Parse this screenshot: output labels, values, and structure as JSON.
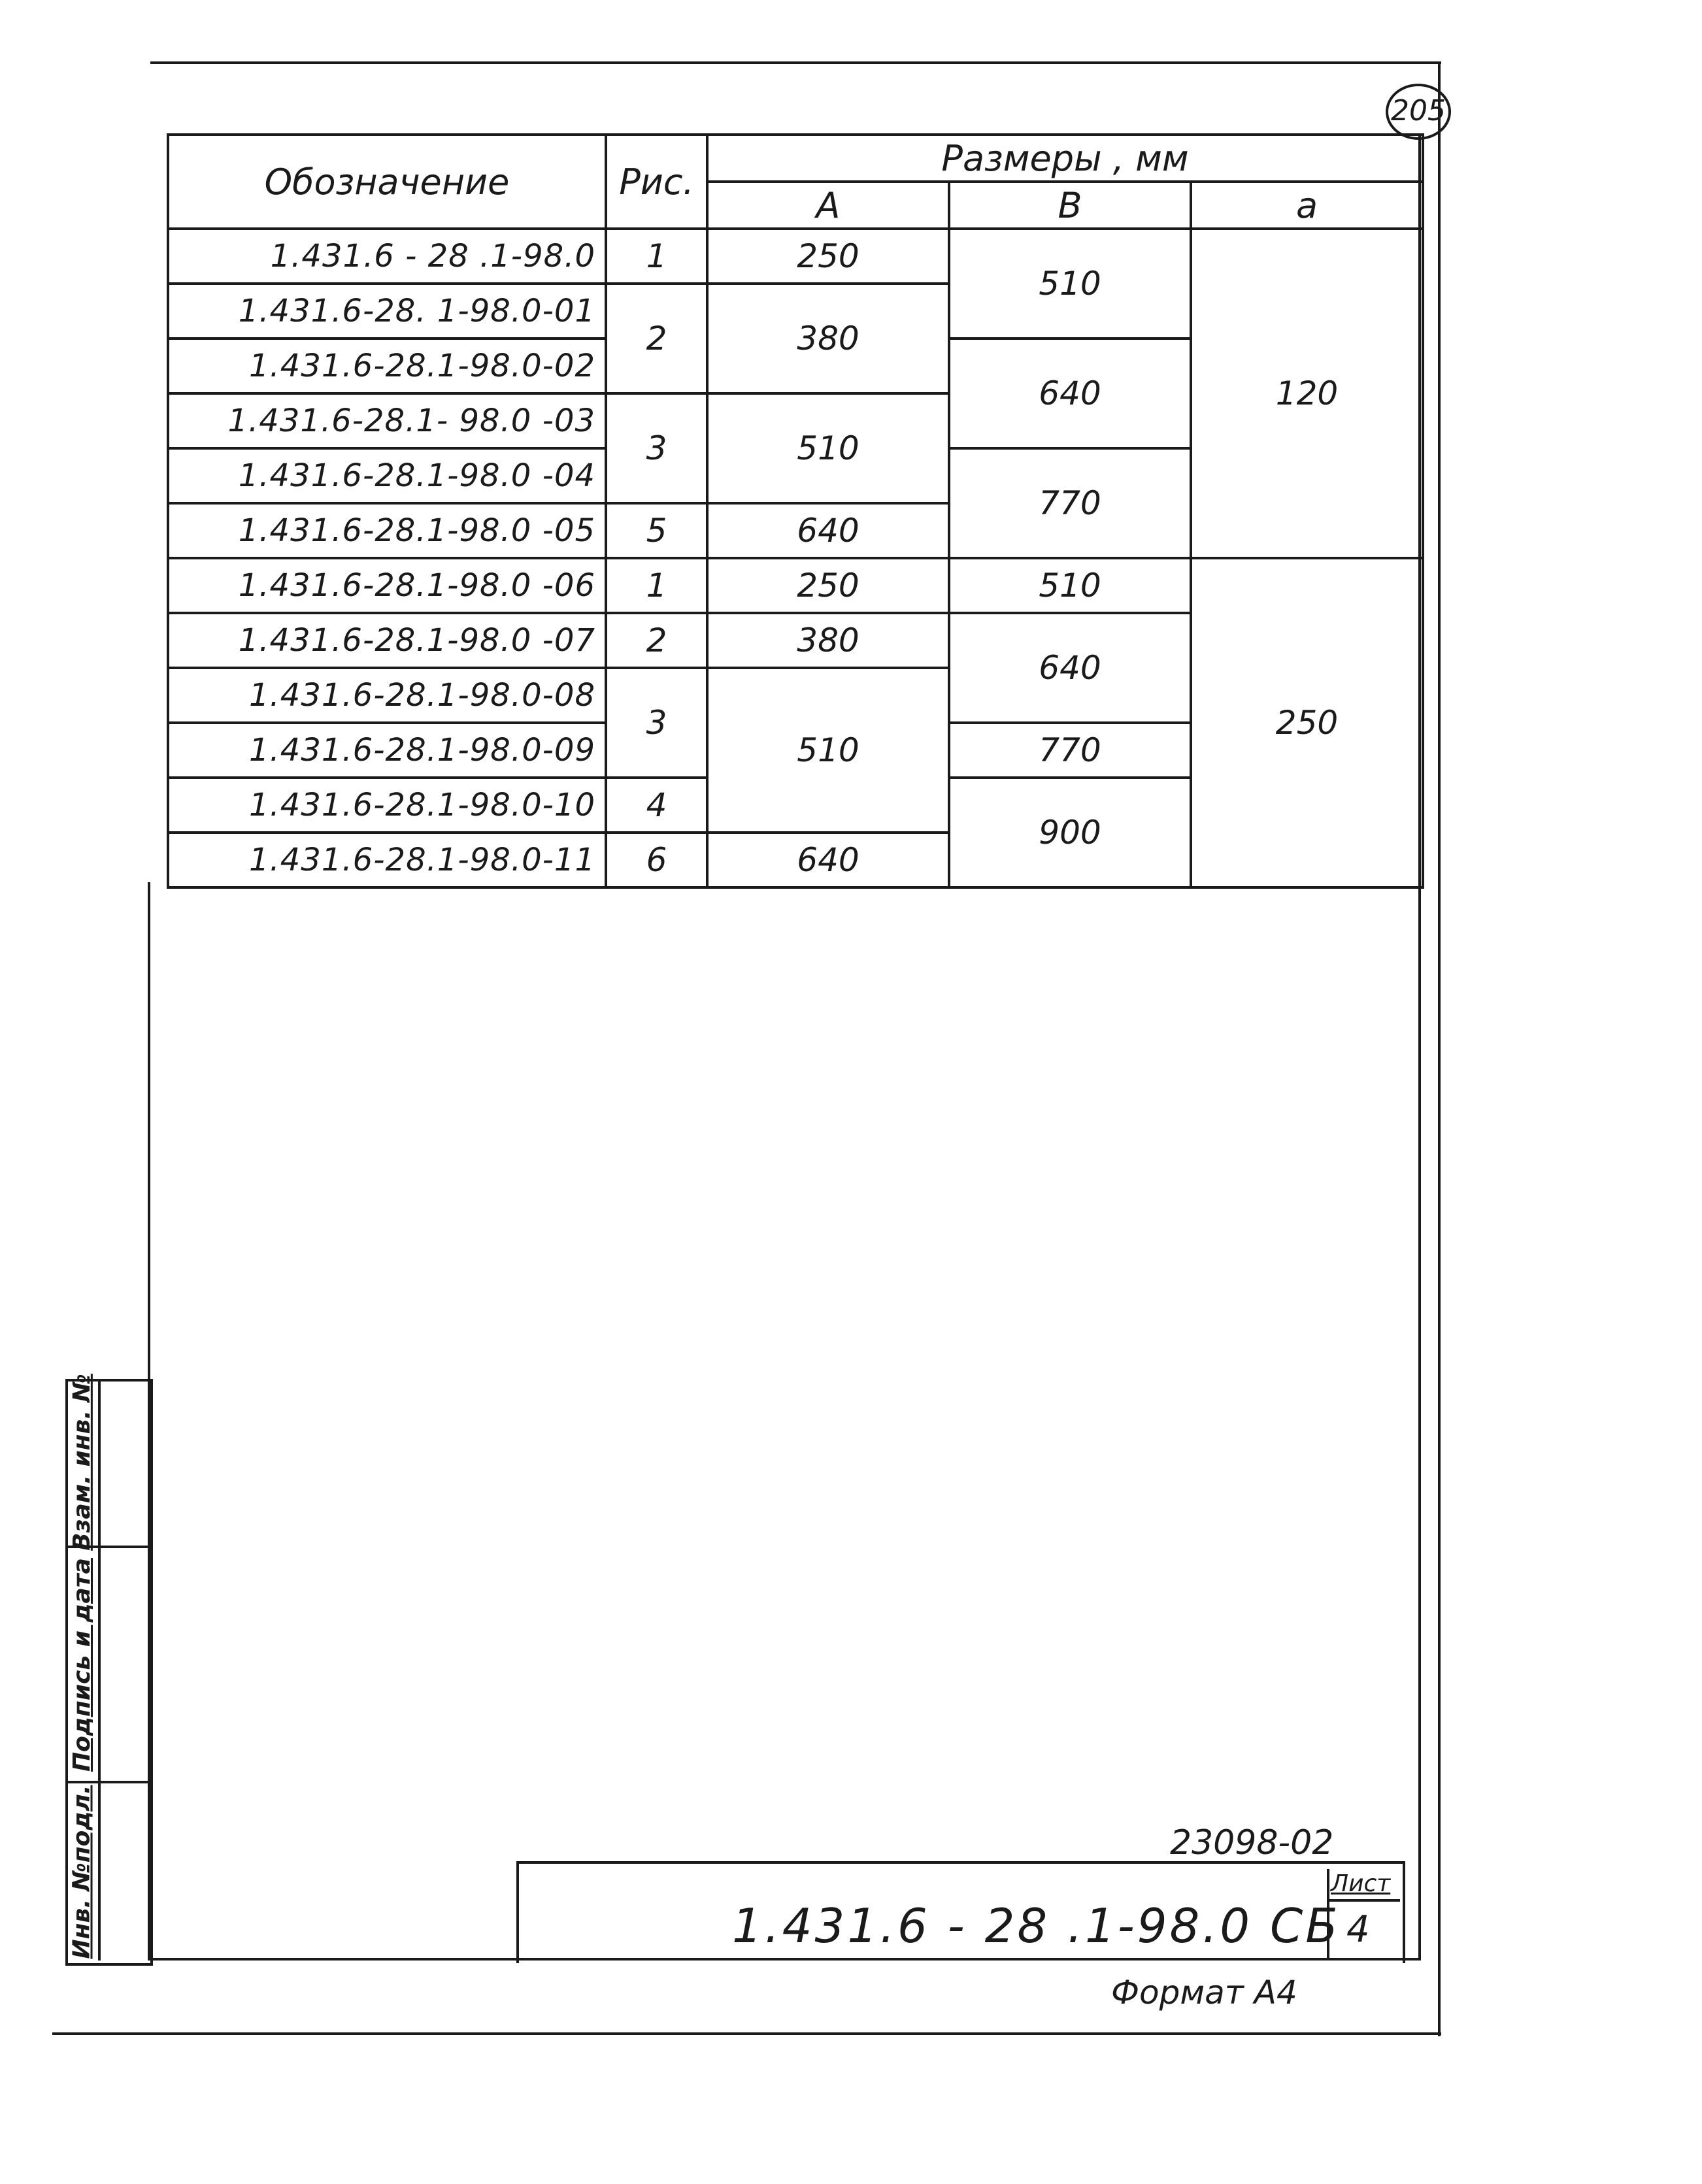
{
  "page_number": "205",
  "table": {
    "headers": {
      "designation": "Обозначение",
      "fig": "Рис.",
      "dims": "Размеры , мм",
      "col_A": "A",
      "col_B": "B",
      "col_a": "a"
    },
    "rows": [
      {
        "code": "1.431.6 - 28 .1-98.0",
        "fig": "1",
        "A": "250",
        "B": "510",
        "a": "120"
      },
      {
        "code": "1.431.6-28. 1-98.0-01",
        "fig": "2",
        "A": "380",
        "B": "",
        "a": ""
      },
      {
        "code": "1.431.6-28.1-98.0-02",
        "fig": "",
        "A": "",
        "B": "640",
        "a": ""
      },
      {
        "code": "1.431.6-28.1- 98.0 -03",
        "fig": "3",
        "A": "510",
        "B": "",
        "a": ""
      },
      {
        "code": "1.431.6-28.1-98.0 -04",
        "fig": "",
        "A": "",
        "B": "770",
        "a": ""
      },
      {
        "code": "1.431.6-28.1-98.0 -05",
        "fig": "5",
        "A": "640",
        "B": "",
        "a": ""
      },
      {
        "code": "1.431.6-28.1-98.0 -06",
        "fig": "1",
        "A": "250",
        "B": "510",
        "a": "250"
      },
      {
        "code": "1.431.6-28.1-98.0 -07",
        "fig": "2",
        "A": "380",
        "B": "640",
        "a": ""
      },
      {
        "code": "1.431.6-28.1-98.0-08",
        "fig": "3",
        "A": "510",
        "B": "",
        "a": ""
      },
      {
        "code": "1.431.6-28.1-98.0-09",
        "fig": "",
        "A": "",
        "B": "770",
        "a": ""
      },
      {
        "code": "1.431.6-28.1-98.0-10",
        "fig": "4",
        "A": "",
        "B": "900",
        "a": ""
      },
      {
        "code": "1.431.6-28.1-98.0-11",
        "fig": "6",
        "A": "640",
        "B": "",
        "a": ""
      }
    ]
  },
  "side_stamp": {
    "f1": "Инв. №подл.",
    "f2": "Подпись и дата",
    "f3": "Взам. инв. №"
  },
  "title_block": {
    "doc_number": "23098-02",
    "code": "1.431.6 - 28 .1-98.0 СБ",
    "sheet_label": "Лист",
    "sheet_number": "4"
  },
  "format": "Формат А4"
}
